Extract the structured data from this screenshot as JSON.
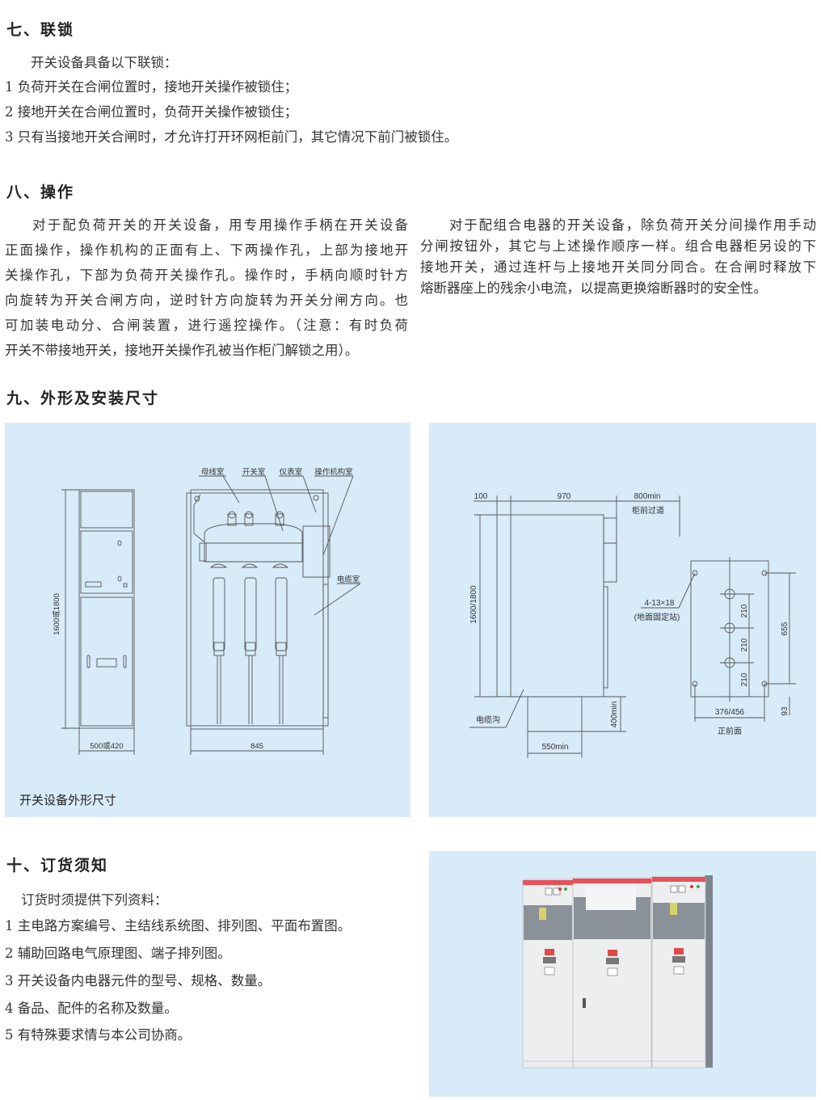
{
  "s7": {
    "title": "七、联锁",
    "lines": [
      "开关设备具备以下联锁：",
      "1 负荷开关在合闸位置时，接地开关操作被锁住；",
      "2 接地开关在合闸位置时，负荷开关操作被锁住；",
      "3 只有当接地开关合闸时，才允许打开环网柜前门，其它情况下前门被锁住。"
    ]
  },
  "s8": {
    "title": "八、操作",
    "left_lines": [
      "对于配负荷开关的开关设备，用专用操作手柄在开关设备",
      "正面操作，操作机构的正面有上、下两操作孔，上部为接地开",
      "关操作孔，下部为负荷开关操作孔。操作时，手柄向顺时针方",
      "向旋转为开关合闸方向，逆时针方向旋转为开关分闸方向。也",
      "可加装电动分、合闸装置，进行遥控操作。（注意：有时负荷",
      "开关不带接地开关，接地开关操作孔被当作柜门解锁之用）。"
    ],
    "right_lines": [
      "对于配组合电器的开关设备，除负荷开关分间操作用手动",
      "分闸按钮外，其它与上述操作顺序一样。组合电器柜另设的下",
      "接地开关，通过连杆与上接地开关同分同合。在合闸时释放下",
      "熔断器座上的残余小电流，以提高更换熔断器时的安全性。"
    ]
  },
  "s9": {
    "title": "九、外形及安装尺寸",
    "caption": "开关设备外形尺寸",
    "left_drawing": {
      "height_dim": "1600或1800",
      "width_dim": "500或420",
      "depth_dim": "845",
      "labels": [
        "母线室",
        "开关室",
        "仪表室",
        "操作机构室",
        "电缆室"
      ]
    },
    "right_drawing": {
      "dim_100": "100",
      "dim_970": "970",
      "dim_800": "800min",
      "aisle": "柜前过道",
      "height_dim": "1600/1800",
      "trench": "电缆沟",
      "trench_depth": "400min",
      "trench_width": "550min",
      "holes": "4-13×18",
      "holes_note": "(地面固定站)",
      "pitch": "210",
      "span": "655",
      "edge": "93",
      "base_width": "376/456",
      "front": "正前面"
    }
  },
  "s10": {
    "title": "十、订货须知",
    "lines": [
      "订货时须提供下列资料：",
      "1 主电路方案编号、主结线系统图、排列图、平面布置图。",
      "2 辅助回路电气原理图、端子排列图。",
      "3 开关设备内电器元件的型号、规格、数量。",
      "4 备品、配件的名称及数量。",
      "5 有特殊要求情与本公司协商。"
    ]
  },
  "colors": {
    "panel_bg": "#d7ebf9",
    "cabinet_red": "#e8505a",
    "cabinet_gray": "#8a9199"
  }
}
